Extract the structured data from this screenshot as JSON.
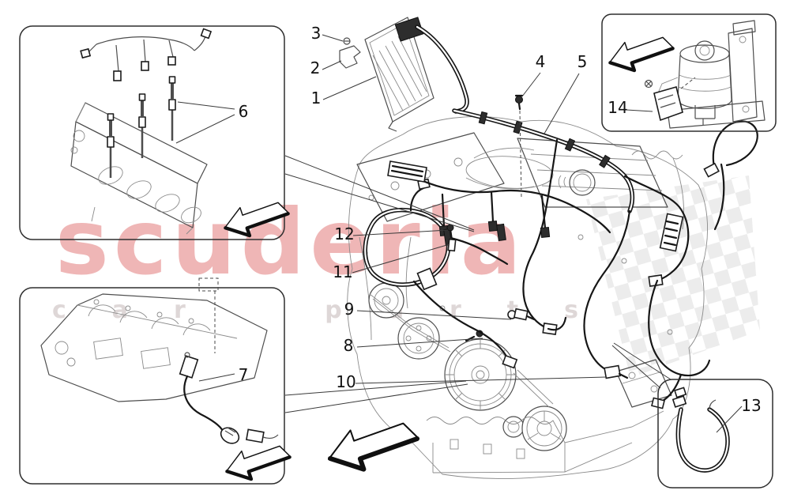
{
  "page": {
    "background": "#ffffff"
  },
  "watermark": {
    "line1": "scuderia",
    "line2": "car parts",
    "color_primary": "#efb6b6",
    "color_secondary": "#ded7d7",
    "checker_color": "#dcdcdc"
  },
  "colors": {
    "line_art": "#4d4d4d",
    "harness": "#161616",
    "leader": "#3a3a3a",
    "box_border": "#2e2e2e",
    "callout_text": "#111111"
  },
  "callouts": {
    "c1": "1",
    "c2": "2",
    "c3": "3",
    "c4": "4",
    "c5": "5",
    "c6": "6",
    "c7": "7",
    "c8": "8",
    "c9": "9",
    "c10": "10",
    "c11": "11",
    "c12": "12",
    "c13": "13",
    "c14": "14"
  }
}
